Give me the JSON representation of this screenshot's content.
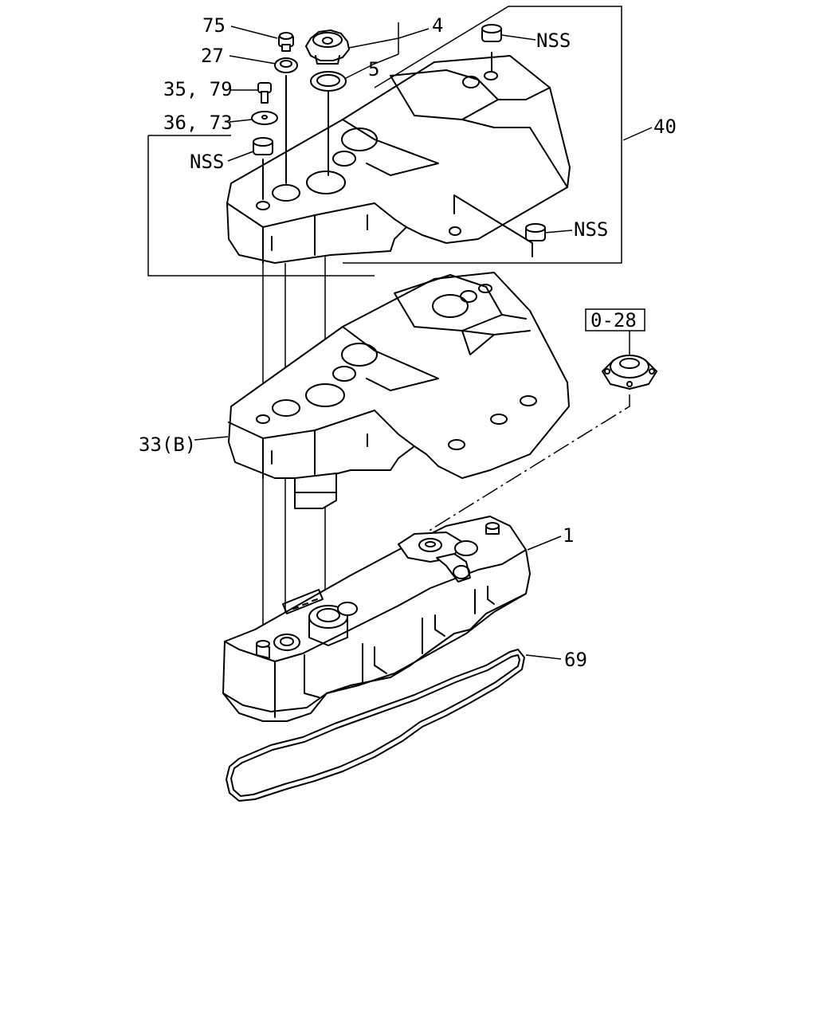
{
  "diagram": {
    "callouts": {
      "p75": "75",
      "p27": "27",
      "p35_79": "35, 79",
      "p36_73": "36, 73",
      "p4": "4",
      "p5": "5",
      "p40": "40",
      "nss_top_right": "NSS",
      "nss_left": "NSS",
      "nss_lower_right": "NSS",
      "p33b": "33(B)",
      "ref_0_28": "0-28",
      "p1": "1",
      "p69": "69"
    }
  }
}
